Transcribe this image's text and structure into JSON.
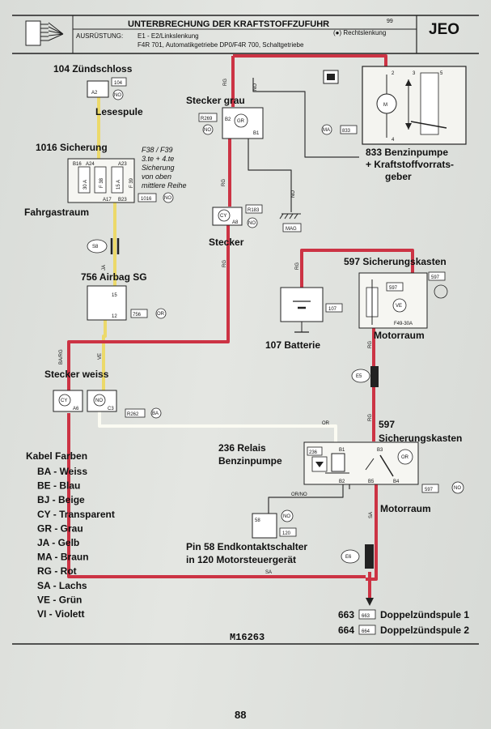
{
  "header": {
    "title": "UNTERBRECHUNG DER KRAFTSTOFFZUFUHR",
    "page_code": "99",
    "logo": "JEO",
    "equipment_label": "AUSRÜSTUNG:",
    "equipment_line1": "E1 - E2/Linkslenkung",
    "steering_right": "(●) Rechtslenkung",
    "equipment_line2": "F4R 701, Automatikgetriebe DP0/F4R 700, Schaltgetriebe"
  },
  "components": {
    "ignition_title": "104 Zündschloss",
    "ignition_box": "104",
    "ignition_badge": "NO",
    "ignition_pin": "A2",
    "ignition_sub": "Lesespule",
    "fuse_title": "1016 Sicherung",
    "fuse_note": [
      "F38 / F39",
      "3.te + 4.te",
      "Sicherung",
      "von oben",
      "mittlere Reihe"
    ],
    "fuse_pins": [
      "B16",
      "A24",
      "A23",
      "A17",
      "B23"
    ],
    "fuse_values": [
      "30 A",
      "F 38",
      "15 A",
      "F 39"
    ],
    "fuse_ref": "1016",
    "fuse_badge": "NO",
    "fuse_location": "Fahrgastraum",
    "connector_grey_title": "Stecker   grau",
    "connector_grey_ref": "R269",
    "connector_grey_badge": "NO",
    "connector_grey_code": "GR",
    "connector_grey_pins": [
      "B2",
      "B1"
    ],
    "connector_grey_wire": "NO",
    "stecker_label": "Stecker",
    "stecker_code": "CY",
    "stecker_pin": "A8",
    "stecker_ref": "R183",
    "stecker_badge": "NO",
    "ground_wire": "NO",
    "ground_label": "MAG",
    "pump_number_box": "833",
    "pump_badge": "MA",
    "pump_pins": [
      "2",
      "3",
      "5",
      "4"
    ],
    "pump_title": "833  Benzinpumpe",
    "pump_title2": "+  Kraftstoffvorrats-",
    "pump_title3": "geber",
    "s8_label": "S8",
    "airbag_title": "756   Airbag SG",
    "airbag_pins": [
      "15",
      "12"
    ],
    "airbag_ref": "756",
    "airbag_badge": "OR",
    "wire_codes": [
      "BA/RG",
      "VE",
      "JA",
      "RG",
      "RG",
      "RG",
      "RG",
      "RG",
      "OR",
      "RG",
      "SA",
      "SA",
      "OR/NO",
      "NO"
    ],
    "stecker_weiss_title": "Stecker weiss",
    "stecker_weiss_codes": [
      "CY",
      "NO"
    ],
    "stecker_weiss_pins": [
      "A6",
      "C3"
    ],
    "stecker_weiss_ref": "R262",
    "stecker_weiss_badge": "BA",
    "battery_ref": "107",
    "battery_title": "107 Batterie",
    "fusebox_top_title": "597 Sicherungskasten",
    "fusebox_top_ref": "597",
    "fusebox_top_badge": "VE",
    "fusebox_top_fuse": "F49-30A",
    "fusebox_top_loc": "Motorraum",
    "e5_label": "E5",
    "e6_label": "E6",
    "fusebox_bottom_title_1": "597",
    "fusebox_bottom_title_2": "Sicherungskasten",
    "fusebox_bottom_ref": "597",
    "fusebox_bottom_badge": "NO",
    "fusebox_bottom_loc": "Motorraum",
    "relay_title_1": "236 Relais",
    "relay_title_2": "Benzinpumpe",
    "relay_ref": "236",
    "relay_pins": [
      "B1",
      "B2",
      "B3",
      "B5",
      "B4"
    ],
    "relay_badge": "OR",
    "pin58_num": "58",
    "pin58_badge": "NO",
    "pin58_ref": "120",
    "pin58_title_1": "Pin 58 Endkontaktschalter",
    "pin58_title_2": "in 120 Motorsteuergerät",
    "coil1": "663",
    "coil1_title": "Doppelzündspule 1",
    "coil2": "664",
    "coil2_title": "Doppelzündspule 2"
  },
  "legend": {
    "title": "Kabel  Farben",
    "items": [
      {
        "code": "BA",
        "sep": " - ",
        "color": "Weiss"
      },
      {
        "code": "BE",
        "sep": " - ",
        "color": "Blau"
      },
      {
        "code": "BJ",
        "sep": " - ",
        "color": "Beige"
      },
      {
        "code": "CY",
        "sep": " - ",
        "color": "Transparent"
      },
      {
        "code": "GR",
        "sep": " - ",
        "color": "Grau"
      },
      {
        "code": "JA",
        "sep": " - ",
        "color": "Gelb"
      },
      {
        "code": "MA",
        "sep": " - ",
        "color": "Braun"
      },
      {
        "code": "RG",
        "sep": " - ",
        "color": "Rot"
      },
      {
        "code": "SA",
        "sep": " - ",
        "color": "Lachs"
      },
      {
        "code": "VE",
        "sep": " - ",
        "color": "Grün"
      },
      {
        "code": "VI",
        "sep": " - ",
        "color": "Violett"
      }
    ]
  },
  "footer": {
    "drawing_number": "M16263",
    "page_number": "88"
  },
  "colors": {
    "wire_red": "#cc3344",
    "wire_yellow": "#ecd96a",
    "wire_white": "#fbfbf2",
    "wire_black": "#333333"
  }
}
